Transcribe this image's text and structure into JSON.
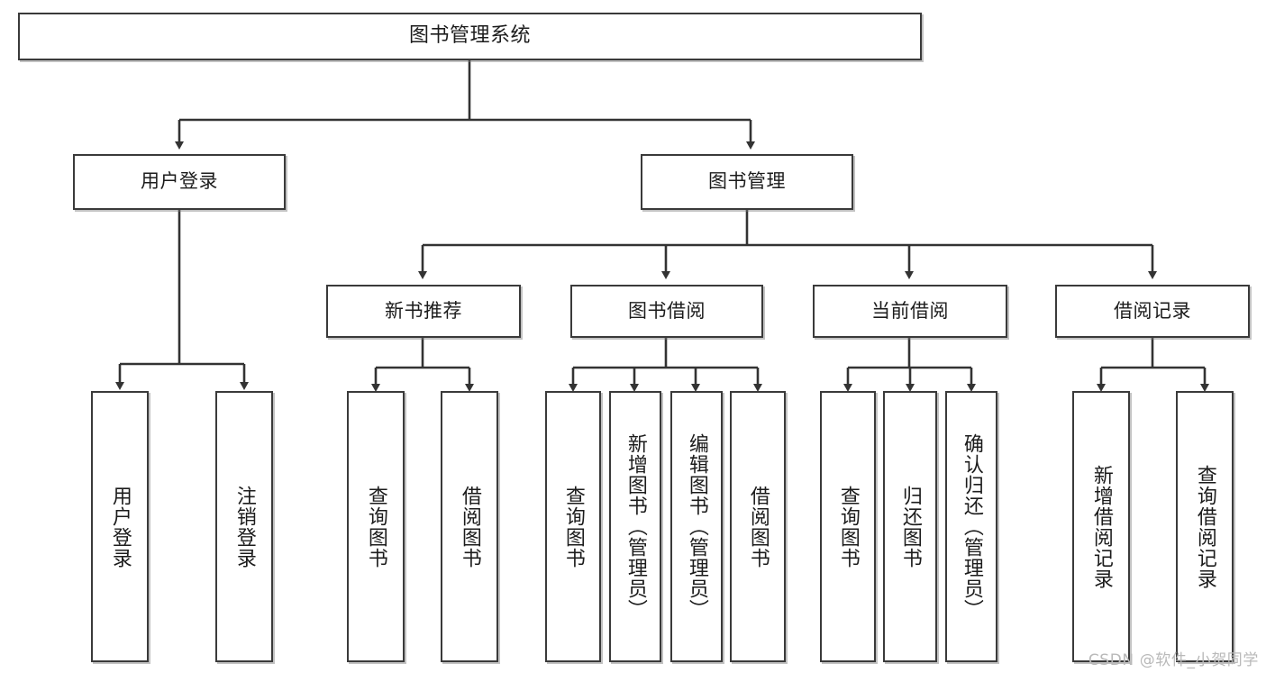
{
  "diagram": {
    "type": "tree",
    "title": "图书管理系统",
    "watermark": "CSDN @软件_小贺同学",
    "colors": {
      "box_border": "#3a3a3a",
      "box_fill": "#ffffff",
      "connector": "#333333",
      "text": "#1c1c1c",
      "watermark": "#b9b9b9"
    },
    "nodes": {
      "root": {
        "label": "图书管理系统"
      },
      "level2": [
        {
          "label": "用户登录"
        },
        {
          "label": "图书管理"
        }
      ],
      "level3": [
        {
          "label": "新书推荐"
        },
        {
          "label": "图书借阅"
        },
        {
          "label": "当前借阅"
        },
        {
          "label": "借阅记录"
        }
      ],
      "leaves_user_login": [
        {
          "label": "用户登录"
        },
        {
          "label": "注销登录"
        }
      ],
      "leaves_new_book": [
        {
          "label": "查询图书"
        },
        {
          "label": "借阅图书"
        }
      ],
      "leaves_borrow": [
        {
          "label": "查询图书"
        },
        {
          "label": "新增图书（管理员）"
        },
        {
          "label": "编辑图书（管理员）"
        },
        {
          "label": "借阅图书"
        }
      ],
      "leaves_current": [
        {
          "label": "查询图书"
        },
        {
          "label": "归还图书"
        },
        {
          "label": "确认归还（管理员）"
        }
      ],
      "leaves_record": [
        {
          "label": "新增借阅记录"
        },
        {
          "label": "查询借阅记录"
        }
      ]
    }
  }
}
